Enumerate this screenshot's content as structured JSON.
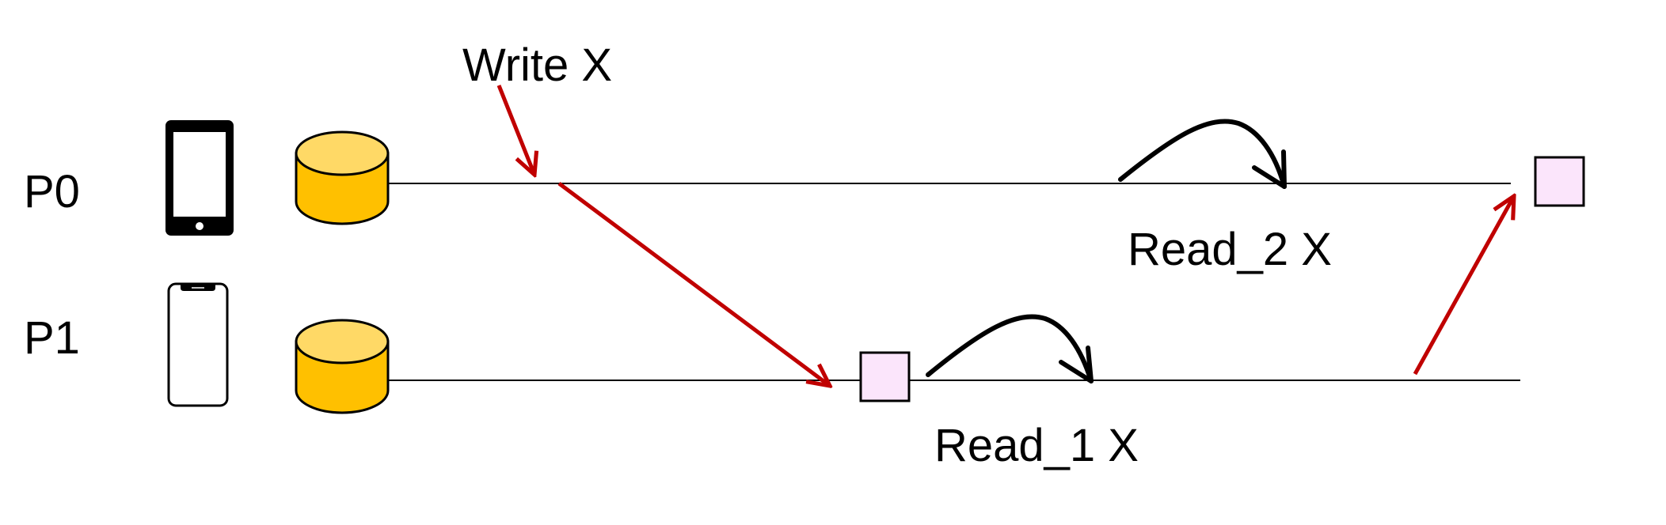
{
  "processes": [
    {
      "label": "P0",
      "device_icon": "tablet-icon",
      "store_icon": "database-icon"
    },
    {
      "label": "P1",
      "device_icon": "phone-icon",
      "store_icon": "database-icon"
    }
  ],
  "annotations": {
    "write": "Write X",
    "read1": "Read_1 X",
    "read2": "Read_2 X"
  },
  "colors": {
    "message": "#c00000",
    "timeline": "#000000",
    "database_fill": "#ffc000",
    "database_top": "#ffd966",
    "event_box_fill": "#fbe5fb"
  }
}
